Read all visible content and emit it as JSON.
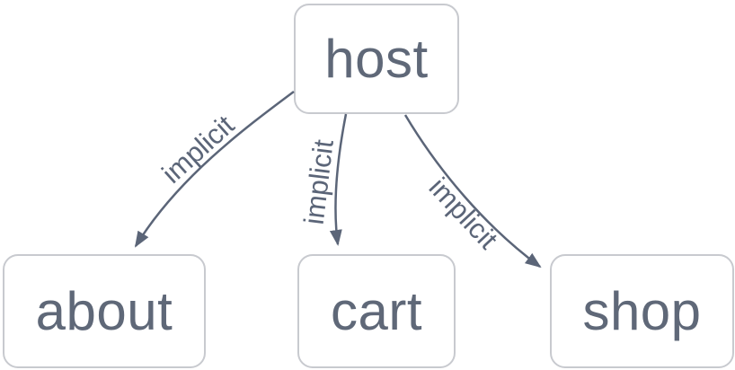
{
  "diagram": {
    "type": "graph",
    "background": "#ffffff",
    "nodes": [
      {
        "id": "host",
        "label": "host"
      },
      {
        "id": "about",
        "label": "about"
      },
      {
        "id": "cart",
        "label": "cart"
      },
      {
        "id": "shop",
        "label": "shop"
      }
    ],
    "edges": [
      {
        "from": "host",
        "to": "about",
        "label": "implicit"
      },
      {
        "from": "host",
        "to": "cart",
        "label": "implicit"
      },
      {
        "from": "host",
        "to": "shop",
        "label": "implicit"
      }
    ],
    "colors": {
      "node_border": "#c8cacf",
      "node_fill": "#ffffff",
      "node_text": "#5f6878",
      "edge_stroke": "#5b6578",
      "edge_label_text": "#5b6578"
    }
  }
}
